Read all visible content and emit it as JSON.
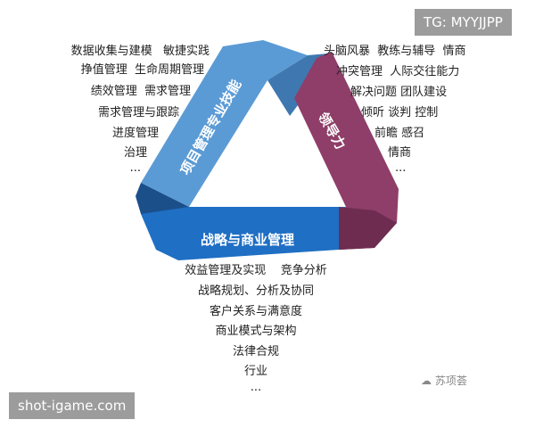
{
  "watermark_top": "TG: MYYJJPP",
  "watermark_bottom": "shot-igame.com",
  "logo_text": "苏项荟",
  "colors": {
    "technical": "#5b9bd5",
    "leadership": "#8e3e68",
    "strategic": "#1f6fc4"
  },
  "triangle": {
    "technical_label": "项目管理专业技能",
    "leadership_label": "领导力",
    "strategic_label": "战略与商业管理"
  },
  "technical_items": [
    "数据收集与建模   敏捷实践",
    "挣值管理  生命周期管理",
    "绩效管理  需求管理",
    "需求管理与跟踪",
    "进度管理",
    "治理",
    "..."
  ],
  "leadership_items": [
    "头脑风暴  教练与辅导  情商",
    "冲突管理  人际交往能力",
    "解决问题 团队建设",
    "倾听 谈判 控制",
    "前瞻 感召",
    "情商",
    "..."
  ],
  "strategic_items": [
    "效益管理及实现    竞争分析",
    "战略规划、分析及协同",
    "客户关系与满意度",
    "商业模式与架构",
    "法律合规",
    "行业",
    "..."
  ]
}
